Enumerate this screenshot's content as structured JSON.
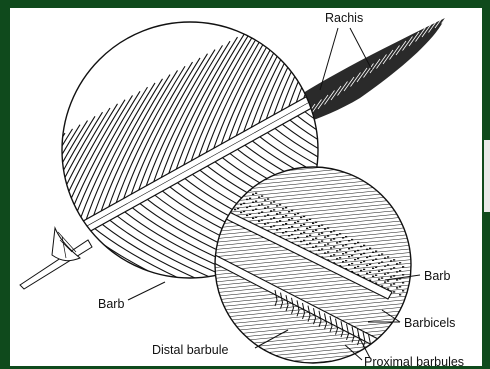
{
  "labels": {
    "rachis": "Rachis",
    "barb_large": "Barb",
    "barb_inset": "Barb",
    "barbicels": "Barbicels",
    "distal_barbule": "Distal barbule",
    "proximal_barbules": "Proximal barbules"
  },
  "colors": {
    "background": "#0f4a1c",
    "paper": "#ffffff",
    "ink": "#111111"
  }
}
